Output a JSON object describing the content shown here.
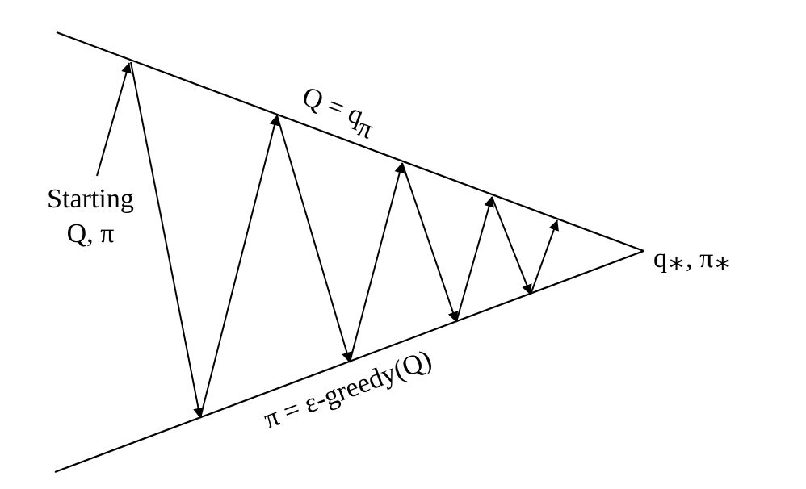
{
  "diagram": {
    "upper_line_label": {
      "prefix": "Q = q",
      "subscript": "π"
    },
    "lower_line_label": "π = ε-greedy(Q)",
    "start_label": {
      "line1": "Starting",
      "line2": "Q, π"
    },
    "end_label": {
      "main1": "q",
      "sub1": "∗",
      "sep": ", π",
      "sub2": "∗"
    }
  }
}
